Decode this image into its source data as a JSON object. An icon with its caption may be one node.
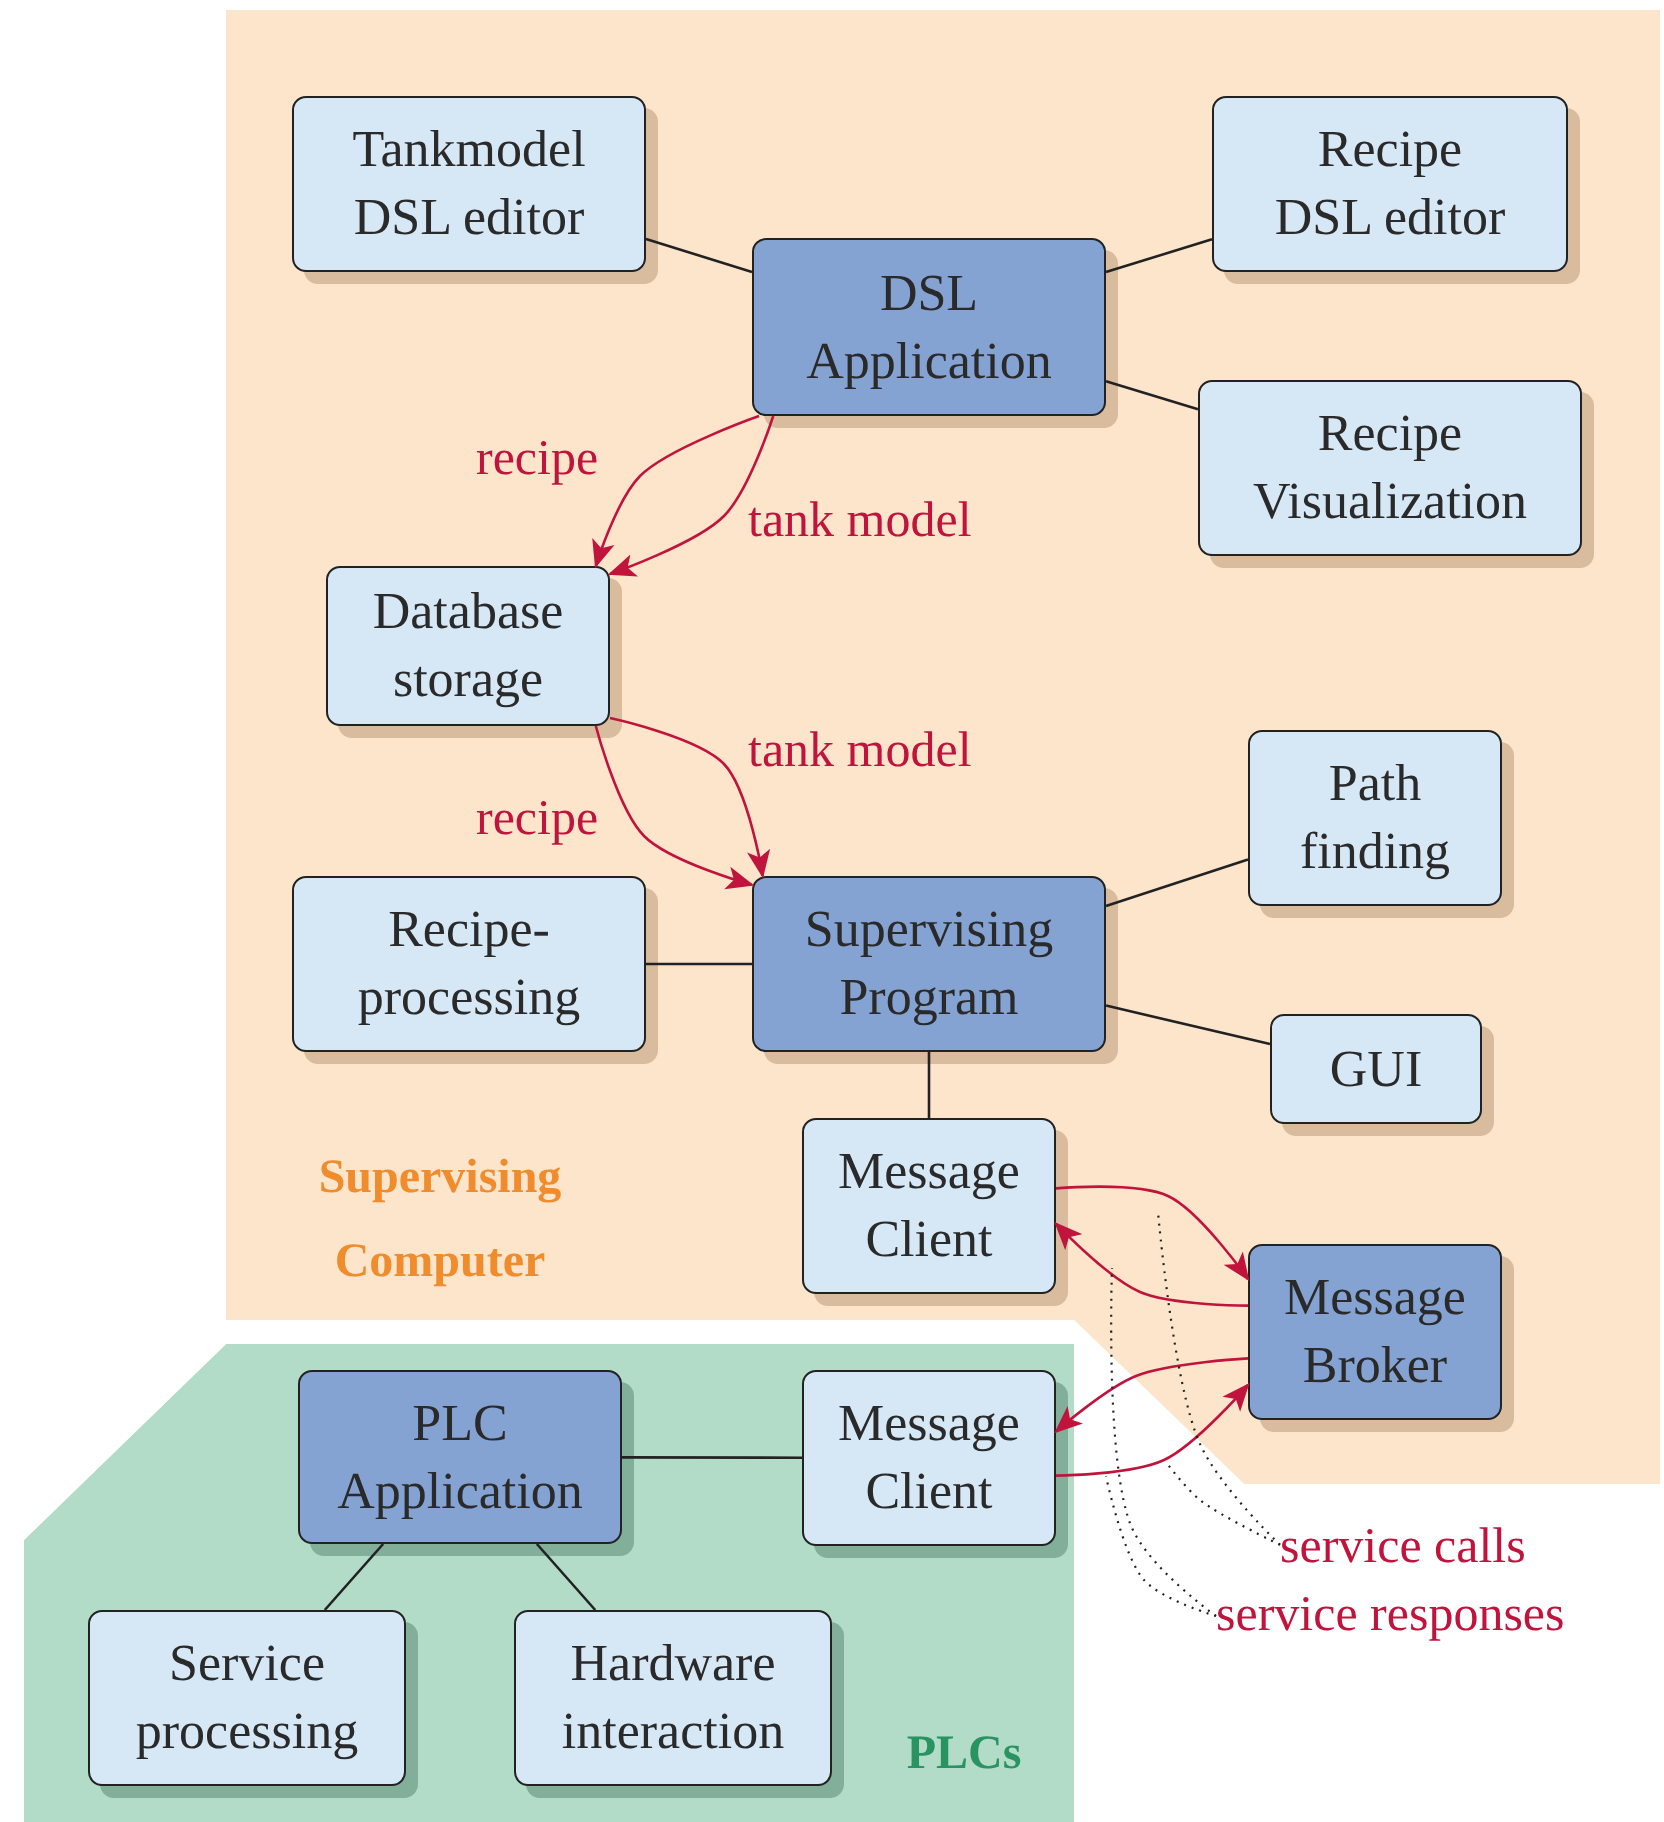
{
  "diagram": {
    "nodes": [
      {
        "text": [
          "Supervising Computer"
        ]
      },
      {
        "text": [
          "PLCs"
        ]
      },
      {
        "text": [
          "Tankmodel DSL editor"
        ],
        "in": 0
      },
      {
        "text": [
          "DSL Application"
        ],
        "in": 0
      },
      {
        "text": [
          "Recipe DSL editor"
        ],
        "in": 0
      },
      {
        "text": [
          "Recipe Visualization"
        ],
        "in": 0
      },
      {
        "text": [
          "Database storage"
        ],
        "in": 0
      },
      {
        "text": [
          "Path finding"
        ],
        "in": 0
      },
      {
        "text": [
          "Recipe-processing"
        ],
        "in": 0
      },
      {
        "text": [
          "Supervising Program"
        ],
        "in": 0
      },
      {
        "text": [
          "GUI"
        ],
        "in": 0
      },
      {
        "text": [
          "Message Client"
        ],
        "in": 0
      },
      {
        "text": [
          "Message Broker"
        ],
        "in": 0
      },
      {
        "text": [
          "PLC Application"
        ],
        "in": 1
      },
      {
        "text": [
          "Message Client"
        ],
        "in": 1
      },
      {
        "text": [
          "Service processing"
        ],
        "in": 1
      },
      {
        "text": [
          "Hardware interaction"
        ],
        "in": 1
      },
      {
        "text": [
          "service calls"
        ]
      },
      {
        "text": [
          "service responses"
        ]
      }
    ],
    "edges": [
      {
        "from": 2,
        "to": 3,
        "arrow": "none"
      },
      {
        "from": 3,
        "to": 4,
        "arrow": "none"
      },
      {
        "from": 3,
        "to": 5,
        "arrow": "none"
      },
      {
        "from": 3,
        "to": 6,
        "arrow": "to",
        "label": "recipe",
        "color": "#c0143c"
      },
      {
        "from": 3,
        "to": 6,
        "arrow": "to",
        "label": "tank model",
        "color": "#c0143c"
      },
      {
        "from": 6,
        "to": 9,
        "arrow": "to",
        "label": "tank model",
        "color": "#c0143c"
      },
      {
        "from": 6,
        "to": 9,
        "arrow": "to",
        "label": "recipe",
        "color": "#c0143c"
      },
      {
        "from": 8,
        "to": 9,
        "arrow": "none"
      },
      {
        "from": 9,
        "to": 7,
        "arrow": "none"
      },
      {
        "from": 9,
        "to": 10,
        "arrow": "none"
      },
      {
        "from": 9,
        "to": 11,
        "arrow": "none"
      },
      {
        "from": 11,
        "to": 12,
        "arrow": "to",
        "color": "#c0143c"
      },
      {
        "from": 12,
        "to": 11,
        "arrow": "to",
        "color": "#c0143c"
      },
      {
        "from": 12,
        "to": 14,
        "arrow": "to",
        "color": "#c0143c"
      },
      {
        "from": 14,
        "to": 12,
        "arrow": "to",
        "color": "#c0143c"
      },
      {
        "from": 13,
        "to": 14,
        "arrow": "none"
      },
      {
        "from": 13,
        "to": 15,
        "arrow": "none"
      },
      {
        "from": 13,
        "to": 16,
        "arrow": "none"
      },
      {
        "from": 17,
        "to": null,
        "arrow": "none",
        "style": "dashed"
      },
      {
        "from": 17,
        "to": null,
        "arrow": "none",
        "style": "dashed"
      },
      {
        "from": 18,
        "to": null,
        "arrow": "none",
        "style": "dashed"
      },
      {
        "from": 18,
        "to": null,
        "arrow": "none",
        "style": "dashed"
      }
    ]
  }
}
